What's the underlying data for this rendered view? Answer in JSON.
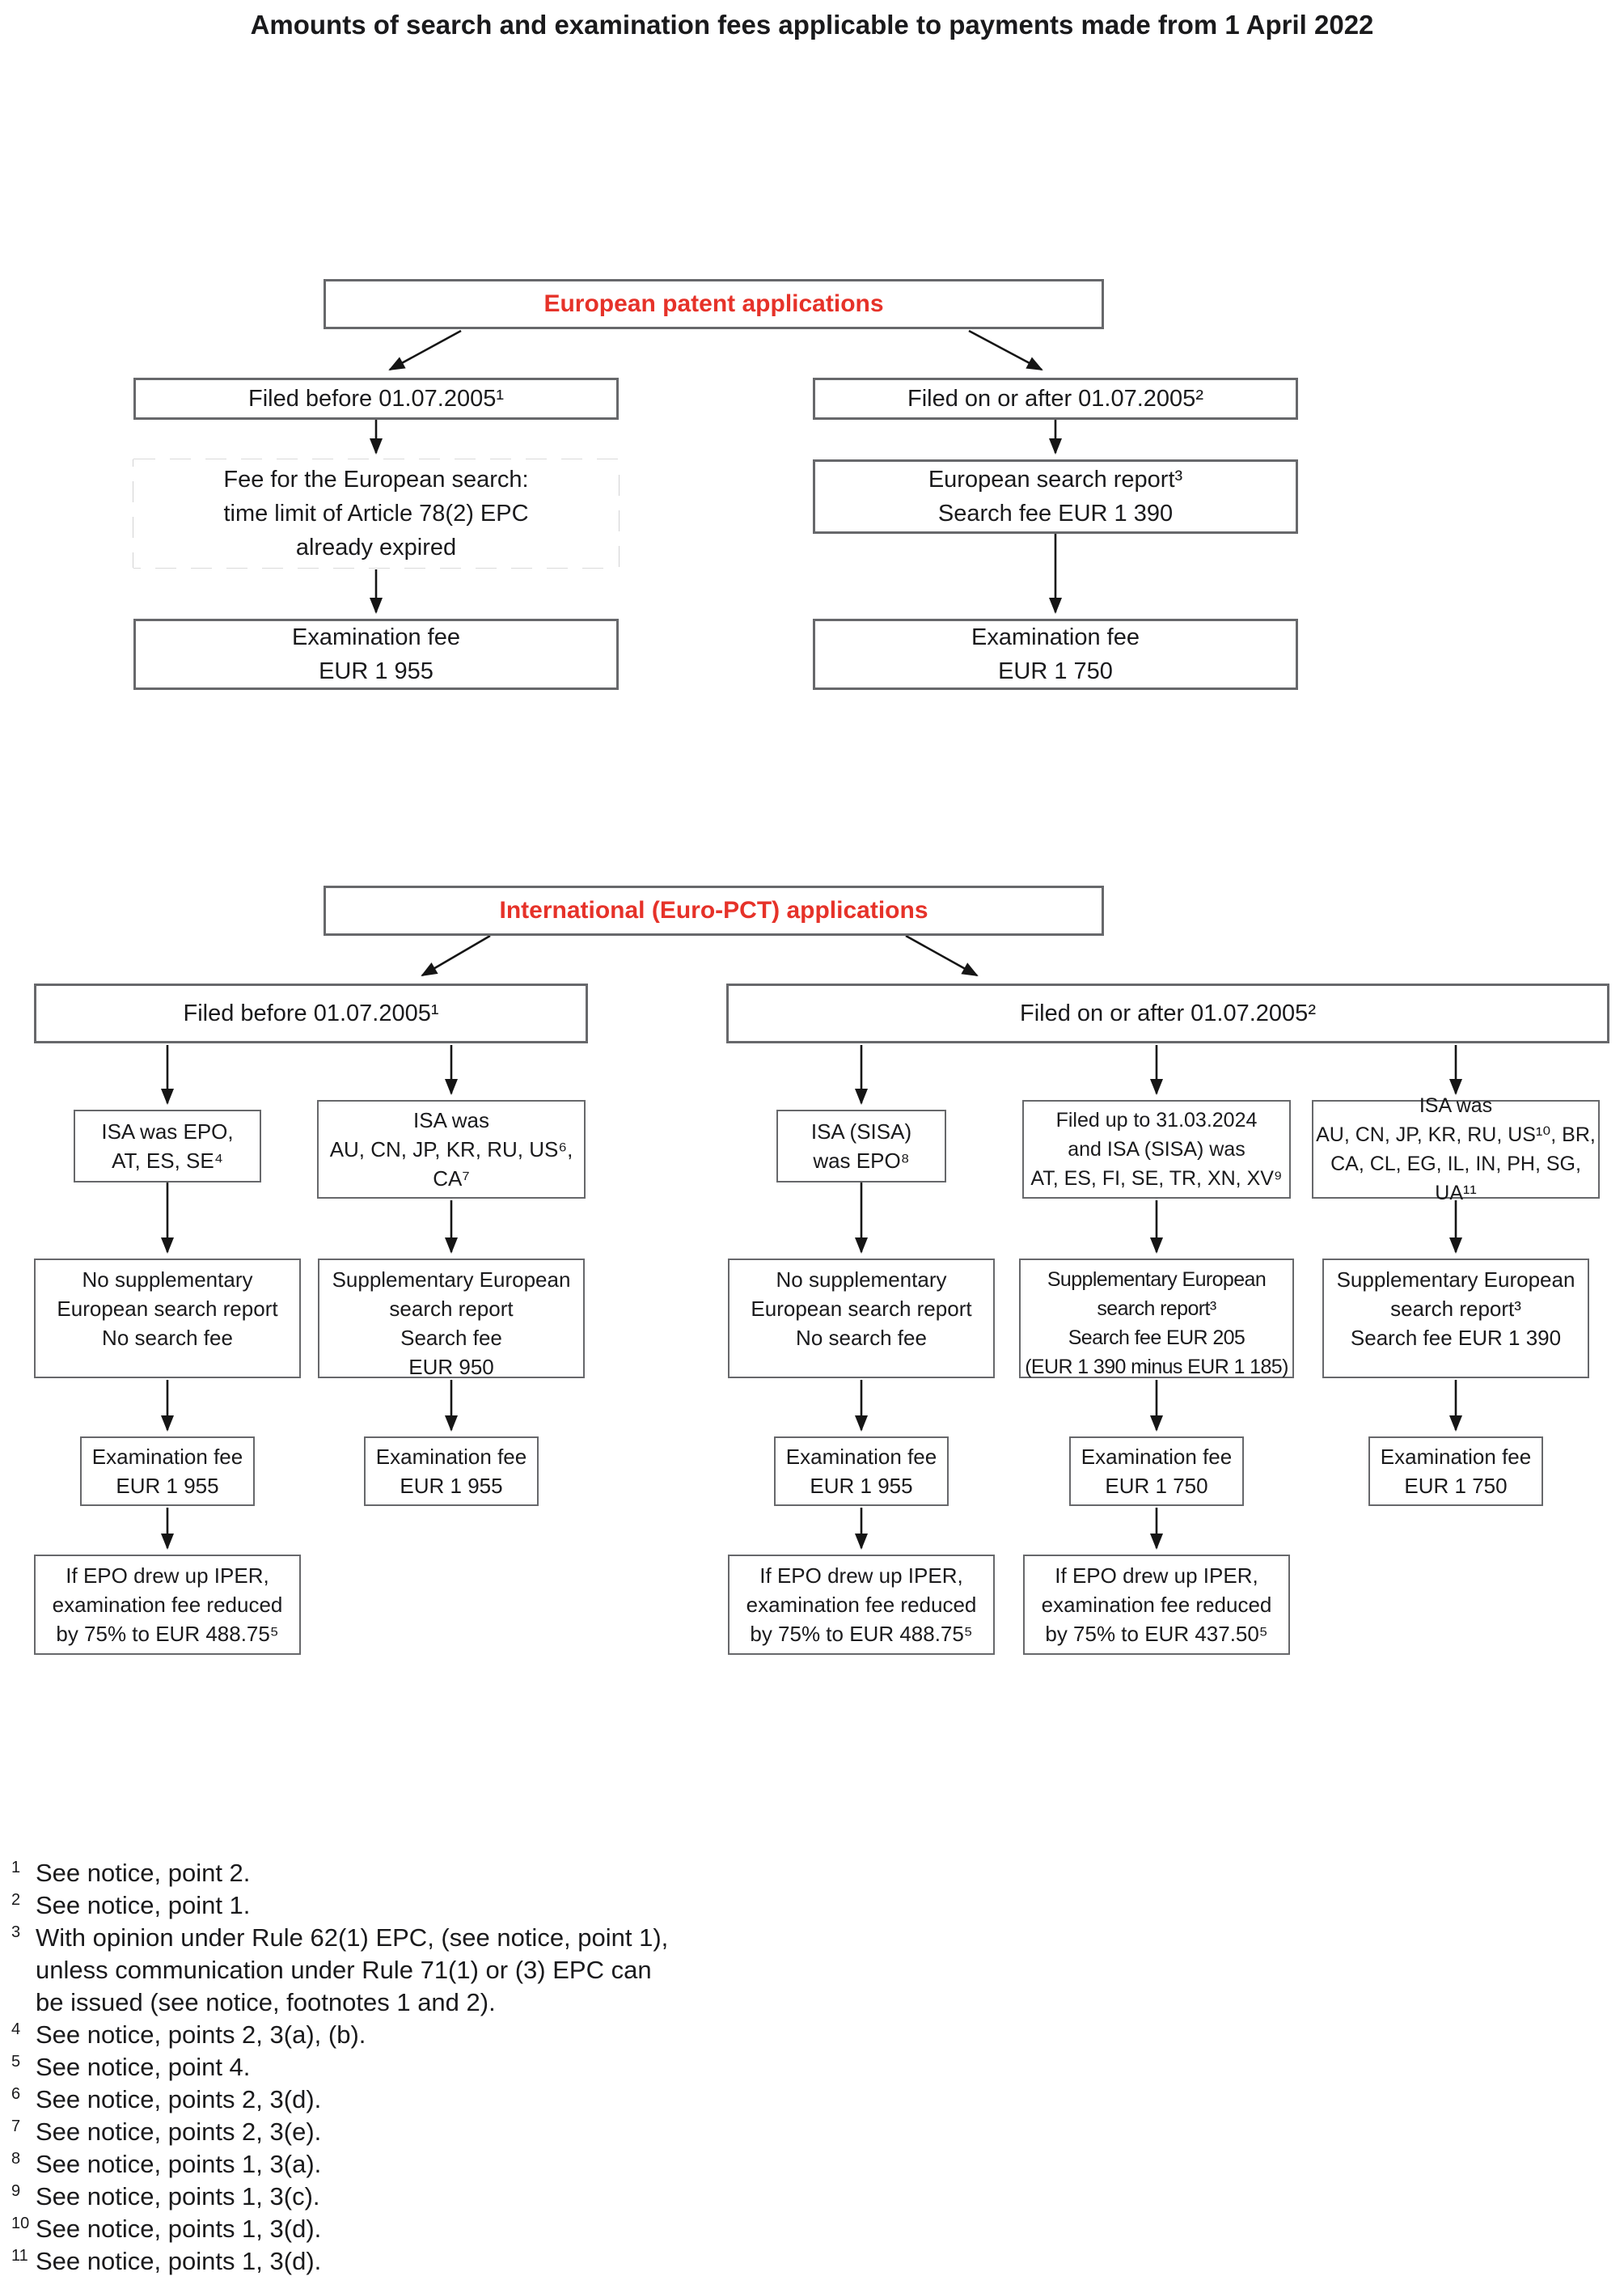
{
  "page_title": "Amounts of search and examination fees applicable to payments made from 1 April 2022",
  "colors": {
    "accent_red": "#e63229",
    "box_border": "#67686b",
    "text": "#1a1a1c"
  },
  "chart1": {
    "header": "European patent applications",
    "filed_before": "Filed before 01.07.2005¹",
    "filed_after": "Filed on or after 01.07.2005²",
    "search_expired": [
      "Fee for the European search:",
      "time limit of Article 78(2) EPC",
      "already expired"
    ],
    "search_report": [
      "European search report³",
      "Search fee EUR 1 390"
    ],
    "exam_before": [
      "Examination fee",
      "EUR 1 955"
    ],
    "exam_after": [
      "Examination fee",
      "EUR 1 750"
    ]
  },
  "chart2": {
    "header": "International (Euro-PCT) applications",
    "filed_before": "Filed before 01.07.2005¹",
    "filed_after": "Filed on or after 01.07.2005²",
    "columns": [
      {
        "isa": [
          "ISA was EPO,",
          "AT, ES, SE⁴"
        ],
        "search": [
          "No supplementary",
          "European search report",
          "No search fee"
        ],
        "exam": [
          "Examination fee",
          "EUR 1 955"
        ],
        "iper": [
          "If EPO drew up IPER,",
          "examination fee reduced",
          "by 75% to EUR 488.75⁵"
        ]
      },
      {
        "isa": [
          "ISA was",
          "AU, CN, JP, KR, RU, US⁶,",
          "CA⁷"
        ],
        "search": [
          "Supplementary European",
          "search report",
          "Search fee",
          "EUR 950"
        ],
        "exam": [
          "Examination fee",
          "EUR 1 955"
        ]
      },
      {
        "isa": [
          "ISA (SISA)",
          "was EPO⁸"
        ],
        "search": [
          "No supplementary",
          "European search report",
          "No search fee"
        ],
        "exam": [
          "Examination fee",
          "EUR 1 955"
        ],
        "iper": [
          "If EPO drew up IPER,",
          "examination fee reduced",
          "by 75% to EUR 488.75⁵"
        ]
      },
      {
        "isa": [
          "Filed up to 31.03.2024",
          "and ISA (SISA) was",
          "AT, ES, FI, SE, TR, XN, XV⁹"
        ],
        "search": [
          "Supplementary European",
          "search report³",
          "Search fee EUR 205",
          "(EUR 1 390 minus EUR 1 185)"
        ],
        "exam": [
          "Examination fee",
          "EUR 1 750"
        ],
        "iper": [
          "If EPO drew up IPER,",
          "examination fee reduced",
          "by 75% to EUR 437.50⁵"
        ]
      },
      {
        "isa": [
          "ISA was",
          "AU, CN, JP, KR, RU, US¹⁰, BR,",
          "CA, CL, EG, IL, IN, PH, SG, UA¹¹"
        ],
        "search": [
          "Supplementary European",
          "search report³",
          "Search fee EUR 1 390"
        ],
        "exam": [
          "Examination fee",
          "EUR 1 750"
        ]
      }
    ]
  },
  "footnotes": [
    {
      "num": "1",
      "text": "See notice, point 2."
    },
    {
      "num": "2",
      "text": "See notice, point 1."
    },
    {
      "num": "3",
      "text": [
        "With opinion under Rule 62(1) EPC, (see notice, point 1),",
        "unless communication under Rule 71(1) or (3) EPC can",
        "be issued (see notice, footnotes 1 and 2)."
      ]
    },
    {
      "num": "4",
      "text": "See notice, points 2, 3(a), (b)."
    },
    {
      "num": "5",
      "text": "See notice, point 4."
    },
    {
      "num": "6",
      "text": "See notice, points 2, 3(d)."
    },
    {
      "num": "7",
      "text": "See notice, points 2, 3(e)."
    },
    {
      "num": "8",
      "text": "See notice, points 1, 3(a)."
    },
    {
      "num": "9",
      "text": "See notice, points 1, 3(c)."
    },
    {
      "num": "10",
      "text": "See notice, points 1, 3(d)."
    },
    {
      "num": "11",
      "text": "See notice, points 1, 3(d)."
    }
  ]
}
